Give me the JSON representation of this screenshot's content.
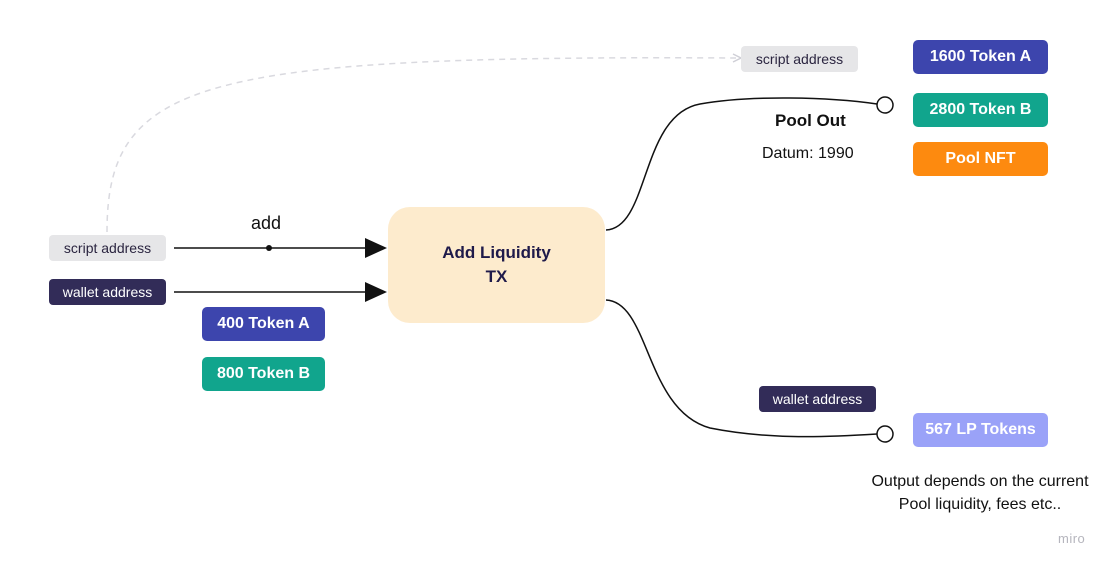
{
  "inputs": {
    "script_address": "script address",
    "wallet_address": "wallet address",
    "redeemer_label": "add",
    "tokens": [
      {
        "label": "400 Token A",
        "color": "#3d45ad"
      },
      {
        "label": "800 Token B",
        "color": "#11a58d"
      }
    ]
  },
  "transaction": {
    "title_line1": "Add Liquidity",
    "title_line2": "TX"
  },
  "pool_output": {
    "address": "script address",
    "title": "Pool Out",
    "datum": "Datum: 1990",
    "tokens": [
      {
        "label": "1600 Token A",
        "color": "#3d45ad"
      },
      {
        "label": "2800 Token B",
        "color": "#11a58d"
      },
      {
        "label": "Pool NFT",
        "color": "#fd8a0f"
      }
    ]
  },
  "lp_output": {
    "address": "wallet address",
    "token": {
      "label": "567 LP Tokens",
      "color": "#9aa2f8"
    },
    "note_line1": "Output depends on the current",
    "note_line2": "Pool liquidity, fees etc.."
  },
  "watermark": "miro",
  "colors": {
    "edge": "#111111",
    "dashed_edge": "#d9d9df",
    "tx_fill": "#fdebcd",
    "tag_light": "#e6e6e8",
    "tag_dark": "#322c58"
  }
}
